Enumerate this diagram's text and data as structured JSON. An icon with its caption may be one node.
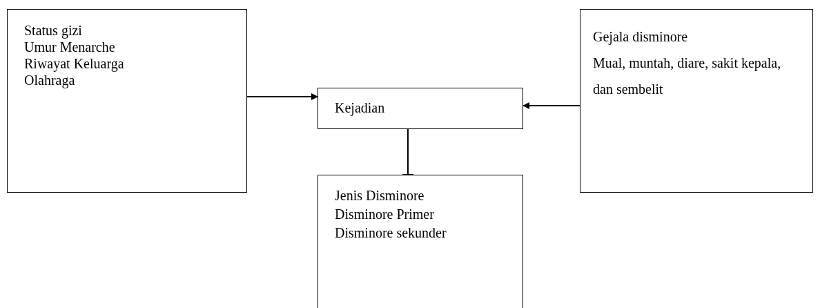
{
  "diagram": {
    "nodes": [
      {
        "text": [
          "Status gizi",
          "Umur Menarche",
          "Riwayat Keluarga",
          "Olahraga"
        ]
      },
      {
        "text": [
          "Kejadian"
        ]
      },
      {
        "text": [
          "Gejala disminore",
          "Mual, muntah, diare, sakit kepala, dan sembelit"
        ]
      },
      {
        "text": [
          "Jenis Disminore",
          "Disminore Primer",
          "Disminore sekunder"
        ]
      }
    ],
    "edges": [
      {
        "from": 0,
        "to": 1,
        "arrow": "to"
      },
      {
        "from": 2,
        "to": 1,
        "arrow": "to"
      },
      {
        "from": 1,
        "to": 3,
        "arrow": "other"
      }
    ]
  }
}
